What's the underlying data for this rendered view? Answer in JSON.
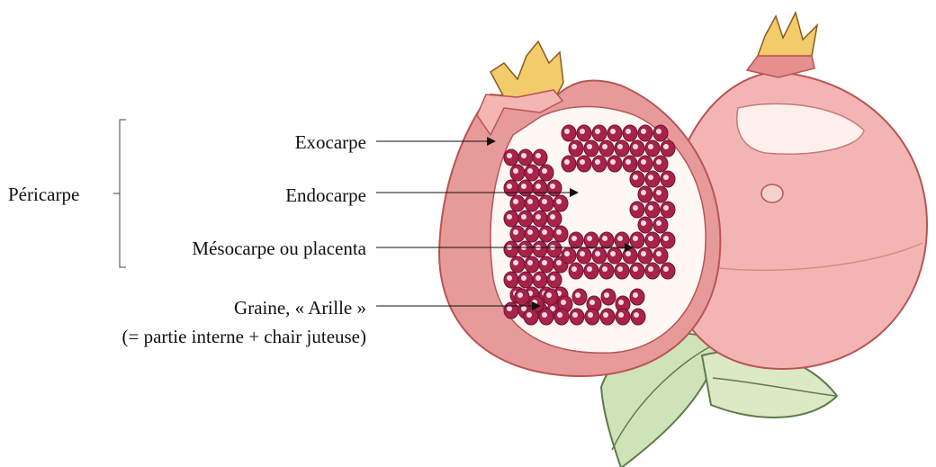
{
  "group_label": "Péricarpe",
  "labels": {
    "exocarpe": "Exocarpe",
    "endocarpe": "Endocarpe",
    "mesocarpe": "Mésocarpe ou placenta",
    "graine_line1": "Graine, « Arille »",
    "graine_line2": "(= partie interne + chair juteuse)"
  },
  "colors": {
    "text": "#111111",
    "peel": "#e79a9a",
    "peel_dark": "#b85454",
    "peel_light": "#f6d2cf",
    "aril": "#a8234a",
    "aril_dark": "#6e1230",
    "crown": "#f2cb6a",
    "leaf": "#cfe3b9",
    "leaf_dark": "#5f7a4a"
  }
}
